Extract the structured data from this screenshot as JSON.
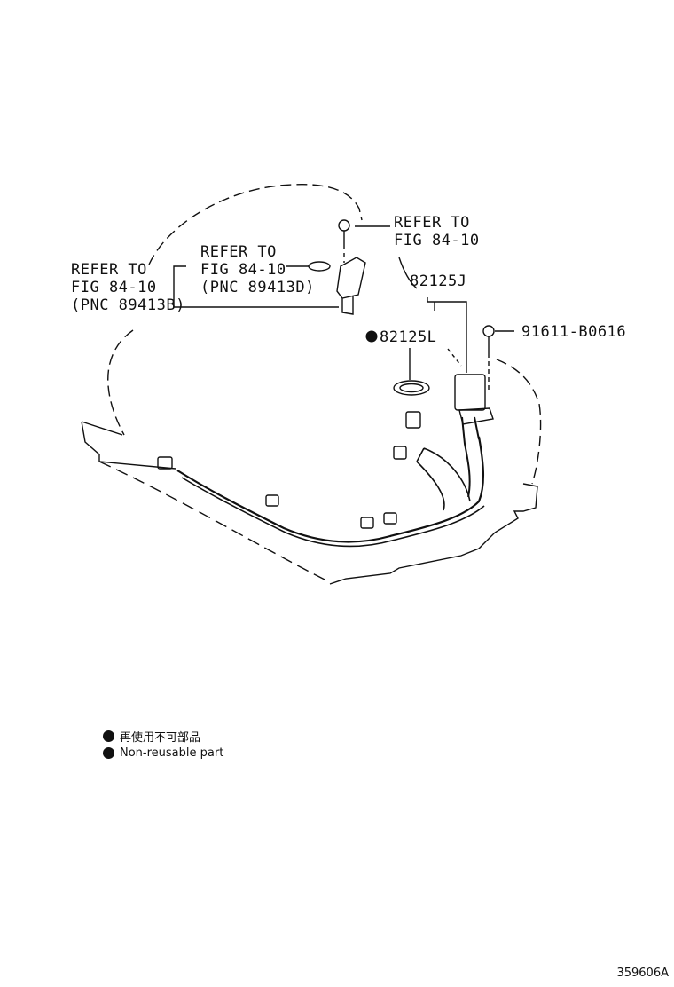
{
  "callouts": {
    "refer_right": {
      "line1": "REFER TO",
      "line2": "FIG 84-10"
    },
    "refer_middle": {
      "line1": "REFER TO",
      "line2": "FIG 84-10",
      "line3": "(PNC 89413D)"
    },
    "refer_left": {
      "line1": "REFER TO",
      "line2": "FIG 84-10",
      "line3": "(PNC 89413B)"
    },
    "part_82125J": "82125J",
    "part_82125L": "82125L",
    "part_91611": "91611-B0616"
  },
  "legend": {
    "japanese": "再使用不可部品",
    "english": "Non-reusable part"
  },
  "catalog_id": "359606A",
  "colors": {
    "ink": "#111111",
    "background": "#ffffff"
  },
  "icons": {
    "non_reusable_marker": "filled-circle"
  }
}
